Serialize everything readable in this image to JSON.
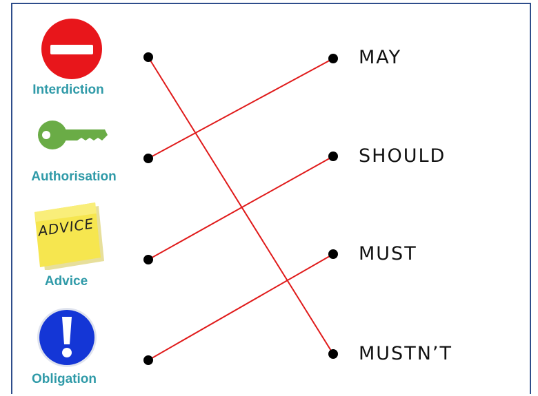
{
  "left_items": [
    {
      "label": "Interdiction",
      "icon": "no-entry-icon",
      "color": "#e8161b"
    },
    {
      "label": "Authorisation",
      "icon": "key-icon",
      "color": "#6aac46"
    },
    {
      "label": "Advice",
      "icon": "sticky-note-icon",
      "color": "#f6e64f",
      "note_text": "ADVICE"
    },
    {
      "label": "Obligation",
      "icon": "exclamation-icon",
      "color": "#1436d6"
    }
  ],
  "right_items": [
    "MAY",
    "SHOULD",
    "MUST",
    "MUSTN’T"
  ],
  "links": [
    [
      0,
      3
    ],
    [
      1,
      0
    ],
    [
      2,
      1
    ],
    [
      3,
      2
    ]
  ],
  "colors": {
    "frame": "#2e4d8b",
    "label": "#2f9aa8",
    "link": "#e01a1a",
    "dot": "#000000"
  }
}
